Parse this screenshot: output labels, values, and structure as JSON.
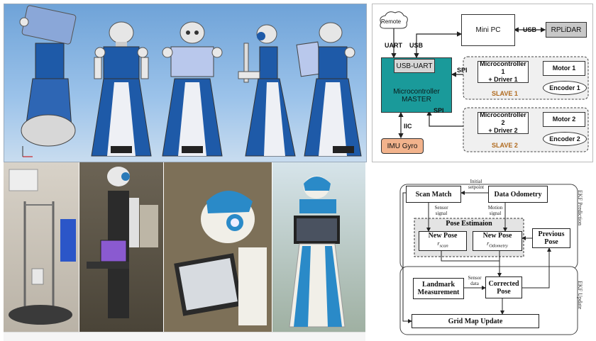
{
  "hardware": {
    "remote": "Remote",
    "uart_left": "UART",
    "usb_left": "USB",
    "mini_pc": "Mini PC",
    "usb_right": "USB",
    "rplidar": "RPLiDAR",
    "usb_uart": "USB-UART",
    "mcu_master_line1": "Microcontroller",
    "mcu_master_line2": "MASTER",
    "spi_top": "SPI",
    "spi_bottom": "SPI",
    "iic": "IIC",
    "imu": "IMU Gyro",
    "mc1_line1": "Microcontroller 1",
    "mc1_line2": "+ Driver 1",
    "motor1": "Motor 1",
    "encoder1": "Encoder 1",
    "slave1": "SLAVE 1",
    "mc2_line1": "Microcontroller 2",
    "mc2_line2": "+ Driver 2",
    "motor2": "Motor 2",
    "encoder2": "Encoder 2",
    "slave2": "SLAVE 2",
    "colors": {
      "master": "#1a9a9a",
      "imu": "#f2b38c",
      "rplidar": "#c8c8c8",
      "slave_label": "#b06a1e"
    }
  },
  "ekf": {
    "scan_match": "Scan Match",
    "data_odometry": "Data Odometry",
    "initial_setpoint_1": "Initial",
    "initial_setpoint_2": "setpoint",
    "sensor_signal_1": "Sensor",
    "sensor_signal_2": "signal",
    "motion_signal_1": "Motion",
    "motion_signal_2": "signal",
    "pose_estimation": "Pose Estimaion",
    "new_pose_1": "New Pose",
    "new_pose_1_sub": "r",
    "new_pose_1_subscript": "scan",
    "new_pose_2": "New Pose",
    "new_pose_2_sub": "r",
    "new_pose_2_subscript": "Odometry",
    "previous_pose_1": "Previous",
    "previous_pose_2": "Pose",
    "landmark_1": "Landmark",
    "landmark_2": "Measurement",
    "sensor_data_1": "Sensor",
    "sensor_data_2": "data",
    "corrected_1": "Corrected",
    "corrected_2": "Pose",
    "grid_map": "Grid Map Update",
    "ekf_prediction": "EKF Prediction",
    "ekf_update": "EKF Update"
  }
}
